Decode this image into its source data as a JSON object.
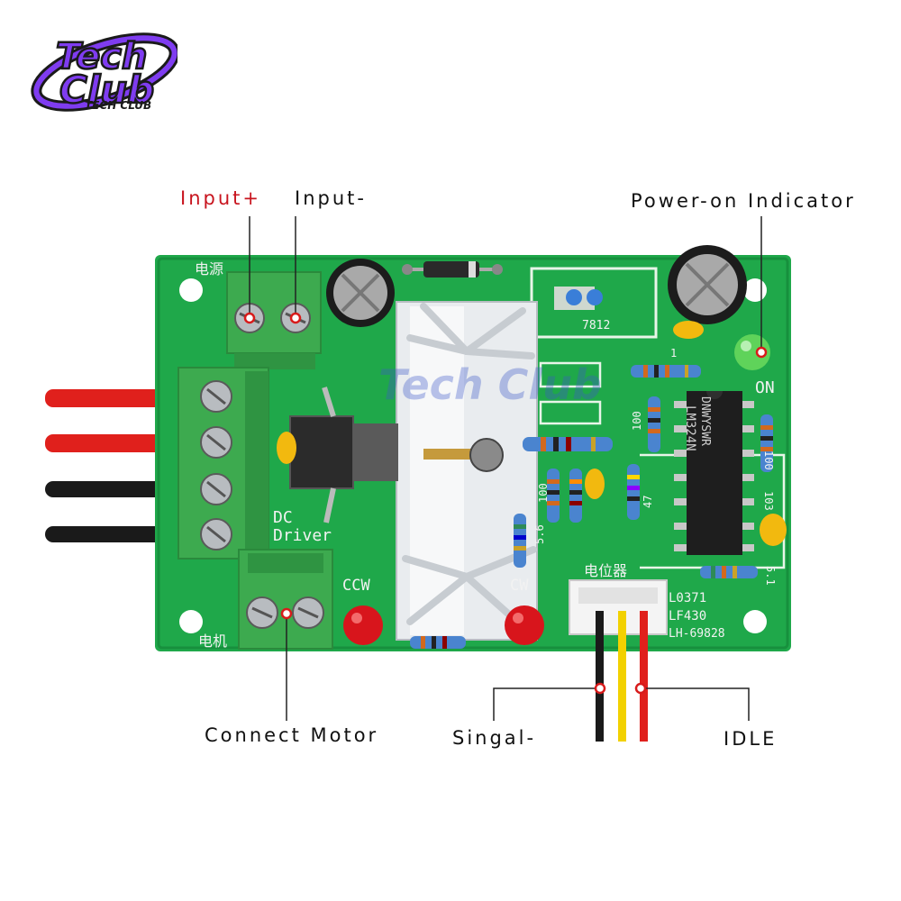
{
  "logo": {
    "main_text": "Tech Club",
    "sub_text": "TECH CLUB",
    "colors": {
      "fill": "#7f3cf0",
      "outline": "#1a1a1a"
    }
  },
  "callouts": {
    "input_plus": "Input+",
    "input_minus": "Input-",
    "power_on_indicator": "Power-on Indicator",
    "connect_motor": "Connect Motor",
    "signal_minus": "Singal-",
    "idle": "IDLE"
  },
  "board_silkscreen": {
    "power_cn": "电源",
    "motor_cn": "电机",
    "pot_cn": "电位器",
    "dc_driver": "DC\nDriver",
    "ccw": "CCW",
    "cw": "CW",
    "on": "ON",
    "regulator": "7812",
    "part_lines": [
      "L0371",
      "LF430",
      "LH-69828"
    ],
    "res_100a": "100",
    "res_100b": "100",
    "res_100c": "100",
    "res_47": "47",
    "res_56": "5.6",
    "cap_103": "103",
    "res_51": "5.1",
    "pin_1": "1"
  },
  "chip": {
    "line1": "DNWYSWR",
    "line2": "LM324N"
  },
  "colors": {
    "pcb": "#1fa84a",
    "terminal": "#3daa4f",
    "wire_red": "#e0201c",
    "wire_black": "#1a1a1a",
    "wire_yellow": "#f2d100",
    "led_red": "#d8151c",
    "led_green": "#5fd35a",
    "marker_ring": "#d81b1b"
  }
}
